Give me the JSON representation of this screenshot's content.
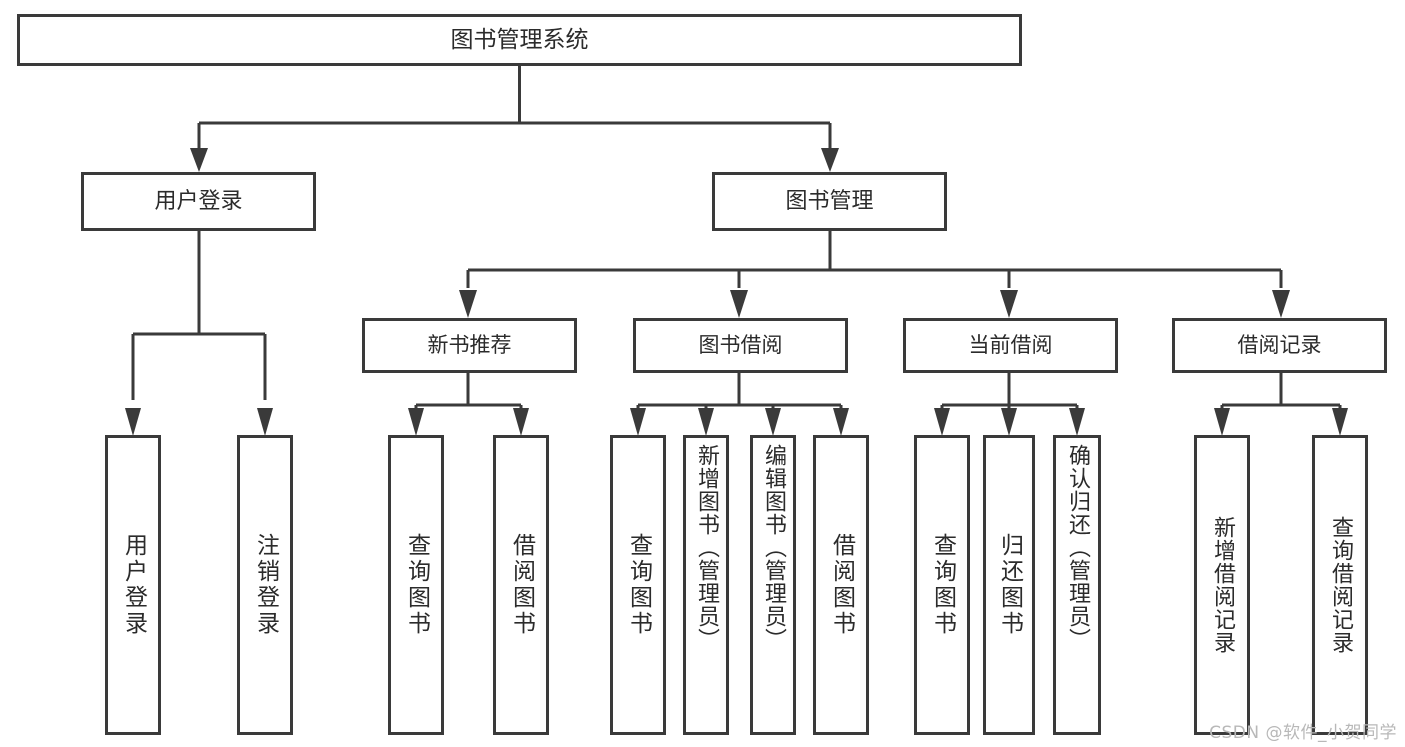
{
  "diagram": {
    "title": "图书管理系统",
    "type": "tree",
    "root": {
      "label": "图书管理系统"
    },
    "level2": [
      {
        "label": "用户登录"
      },
      {
        "label": "图书管理"
      }
    ],
    "level3": [
      {
        "label": "新书推荐"
      },
      {
        "label": "图书借阅"
      },
      {
        "label": "当前借阅"
      },
      {
        "label": "借阅记录"
      }
    ],
    "leaves": {
      "user_login": [
        {
          "label": "用户登录"
        },
        {
          "label": "注销登录"
        }
      ],
      "new_book_recommend": [
        {
          "label": "查询图书"
        },
        {
          "label": "借阅图书"
        }
      ],
      "book_borrow": [
        {
          "label": "查询图书"
        },
        {
          "label": "新增图书（管理员）"
        },
        {
          "label": "编辑图书（管理员）"
        },
        {
          "label": "借阅图书"
        }
      ],
      "current_borrow": [
        {
          "label": "查询图书"
        },
        {
          "label": "归还图书"
        },
        {
          "label": "确认归还（管理员）"
        }
      ],
      "borrow_record": [
        {
          "label": "新增借阅记录"
        },
        {
          "label": "查询借阅记录"
        }
      ]
    }
  },
  "watermark": {
    "text": "CSDN @软件_小贺同学"
  },
  "colors": {
    "background": "#ffffff",
    "box_border": "#3a3a3a",
    "box_fill": "#ffffff",
    "connector": "#3a3a3a",
    "text": "#2b2b2b",
    "watermark": "#b8b8b8"
  }
}
